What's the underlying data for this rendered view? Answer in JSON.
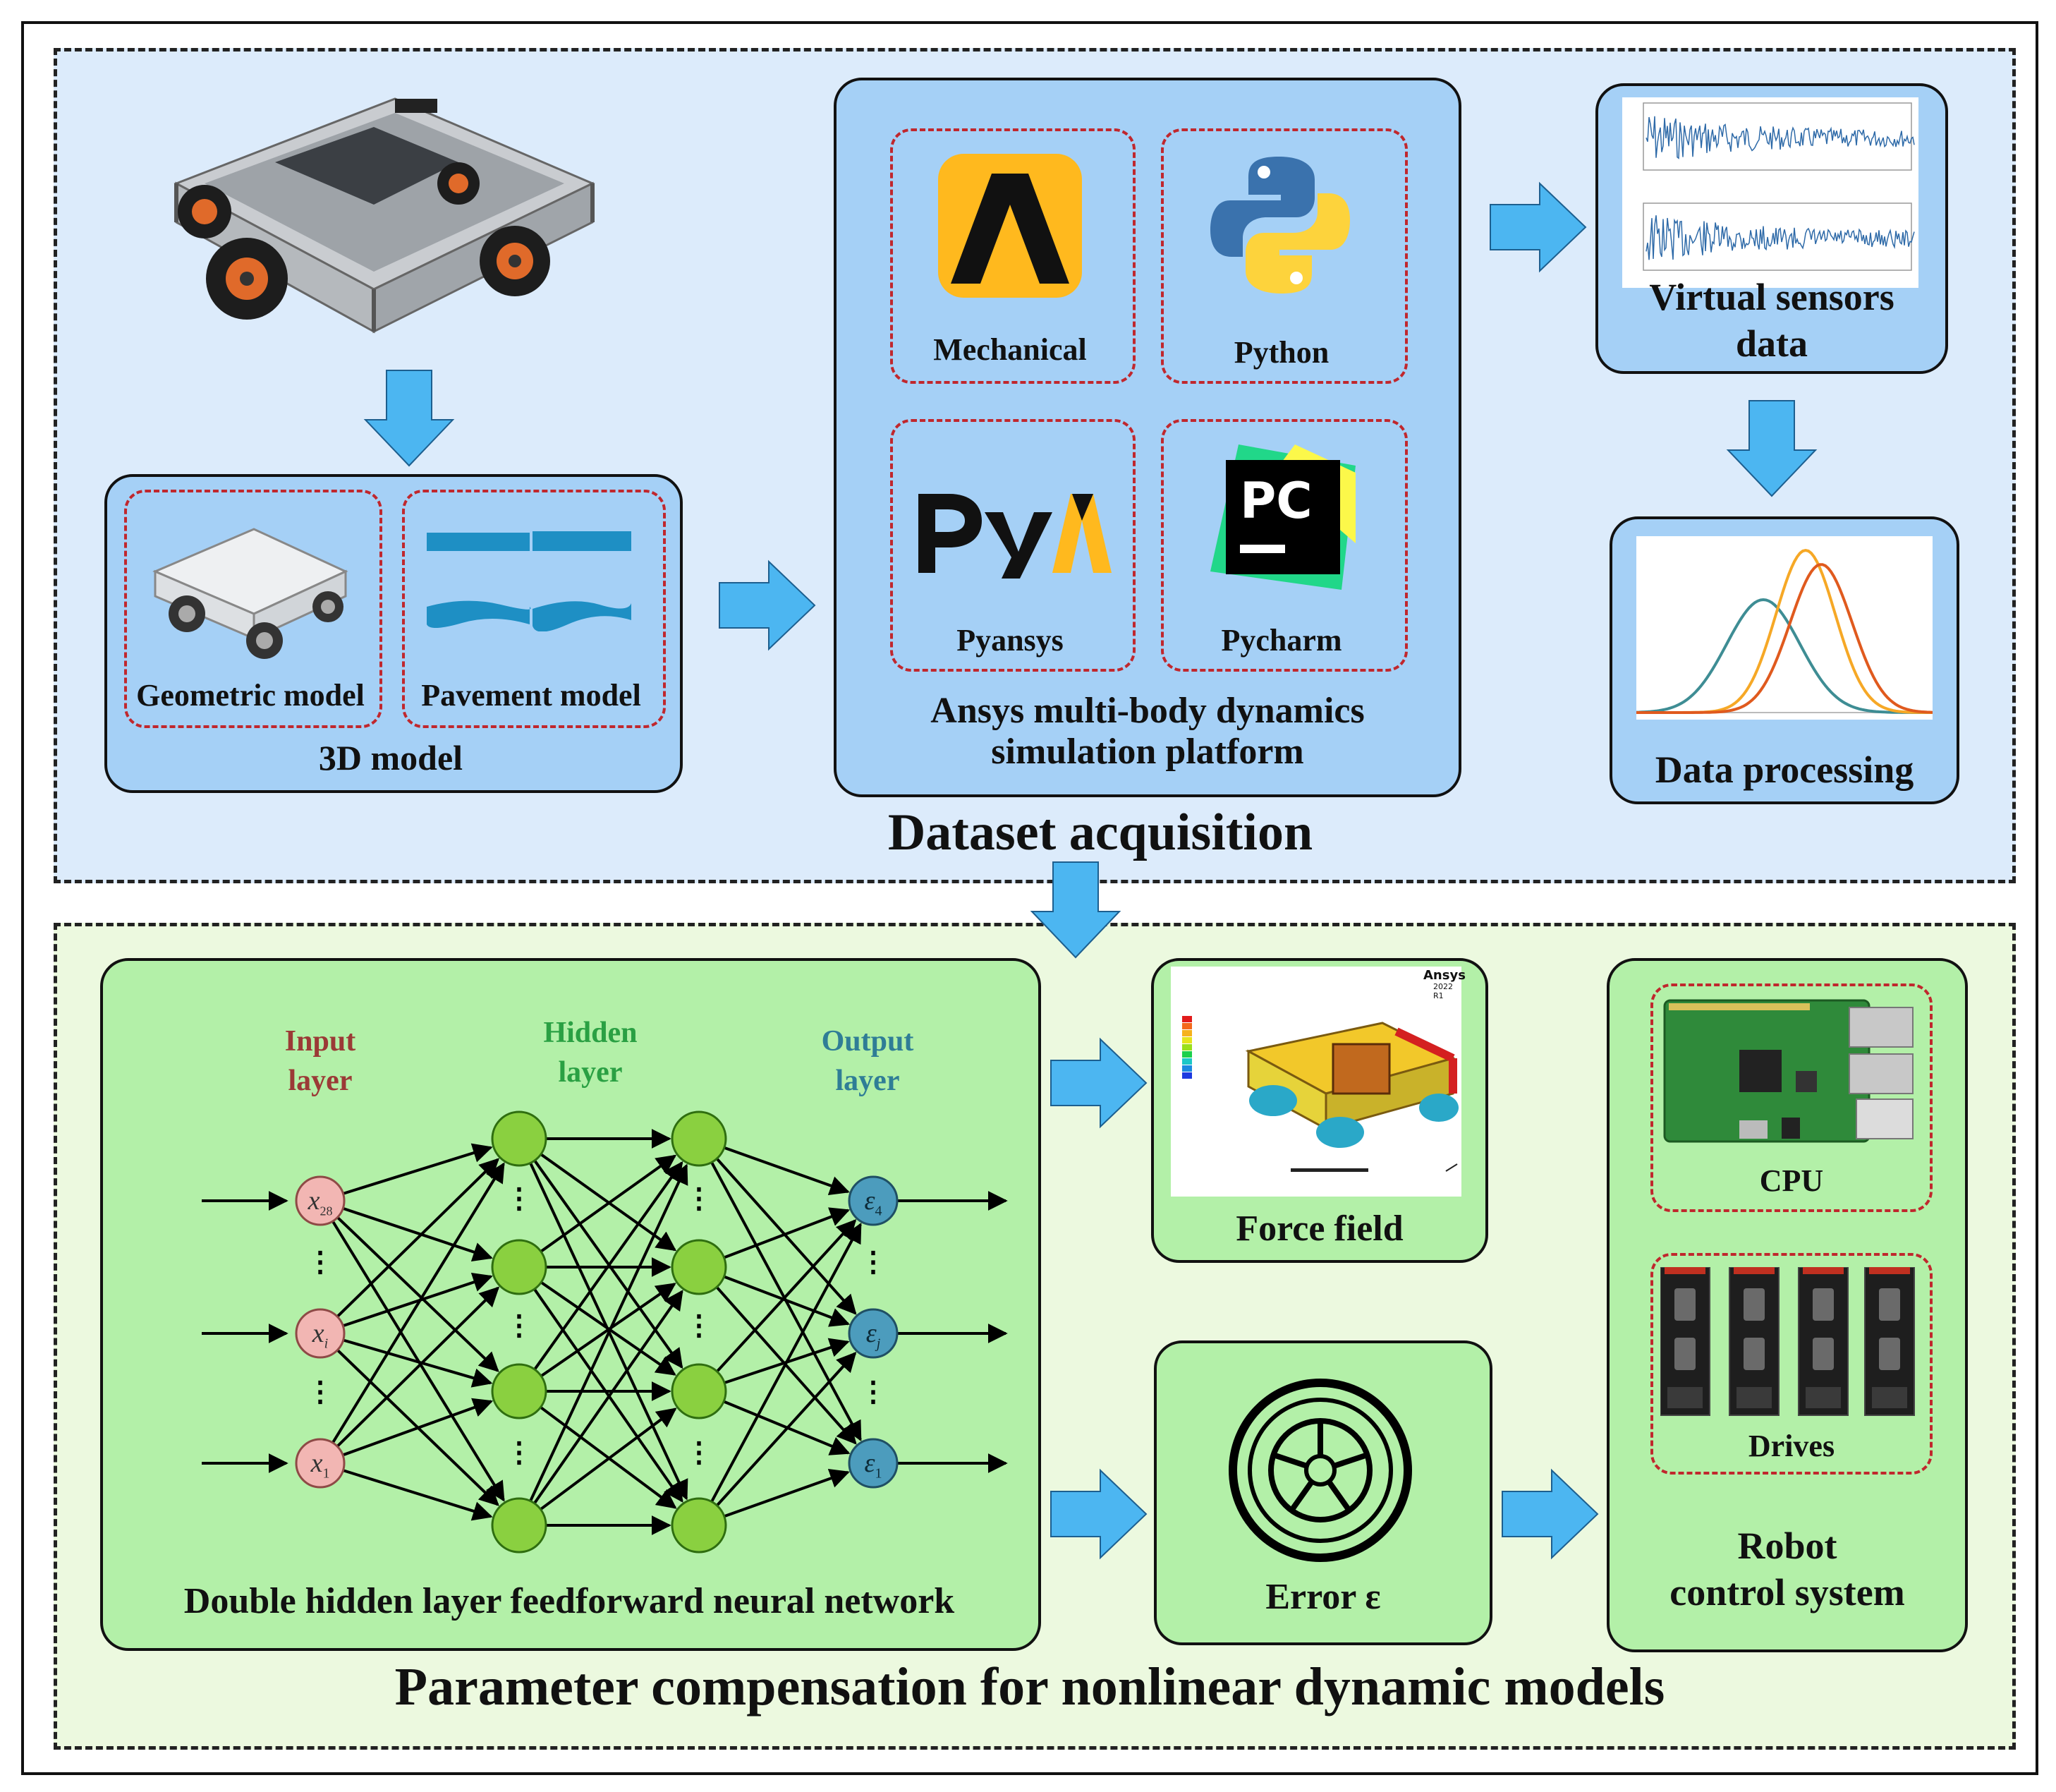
{
  "top_section": {
    "title": "Dataset acquisition",
    "model_panel": {
      "title": "3D model",
      "geometric_label": "Geometric model",
      "pavement_label": "Pavement model"
    },
    "platform_panel": {
      "title_line1": "Ansys multi-body dynamics",
      "title_line2": "simulation platform",
      "tools": [
        "Mechanical",
        "Python",
        "Pyansys",
        "Pycharm"
      ]
    },
    "sensors_panel": {
      "title_line1": "Virtual sensors",
      "title_line2": "data"
    },
    "processing_panel": {
      "title": "Data processing"
    }
  },
  "bottom_section": {
    "title": "Parameter compensation for nonlinear dynamic models",
    "nn_panel": {
      "title": "Double hidden layer feedforward neural network",
      "input_label": [
        "Input",
        "layer"
      ],
      "hidden_label": [
        "Hidden",
        "layer"
      ],
      "output_label": [
        "Output",
        "layer"
      ],
      "input_nodes": [
        {
          "sym": "x",
          "sub": "28"
        },
        {
          "sym": "x",
          "sub": "i"
        },
        {
          "sym": "x",
          "sub": "1"
        }
      ],
      "output_nodes": [
        {
          "sym": "ε",
          "sub": "4"
        },
        {
          "sym": "ε",
          "sub": "j"
        },
        {
          "sym": "ε",
          "sub": "1"
        }
      ]
    },
    "force_panel": {
      "title": "Force field",
      "brand": "Ansys",
      "version": "2022 R1"
    },
    "error_panel": {
      "title": "Error ε"
    },
    "robot_panel": {
      "cpu_label": "CPU",
      "drives_label": "Drives",
      "title_line1": "Robot",
      "title_line2": "control system"
    }
  },
  "colors": {
    "top_bg": "#dcebfb",
    "bottom_bg": "#ecf9df",
    "panel_blue": "#a5d0f6",
    "panel_green": "#b3f0a8",
    "arrow": "#4cb6f1",
    "dash_red": "#c0272d",
    "input_node": "#f2b6b3",
    "hidden_node": "#8ad040",
    "output_node": "#4c9cbd",
    "input_text": "#9b3a36",
    "hidden_text": "#2aa043",
    "output_text": "#2f7d96"
  }
}
